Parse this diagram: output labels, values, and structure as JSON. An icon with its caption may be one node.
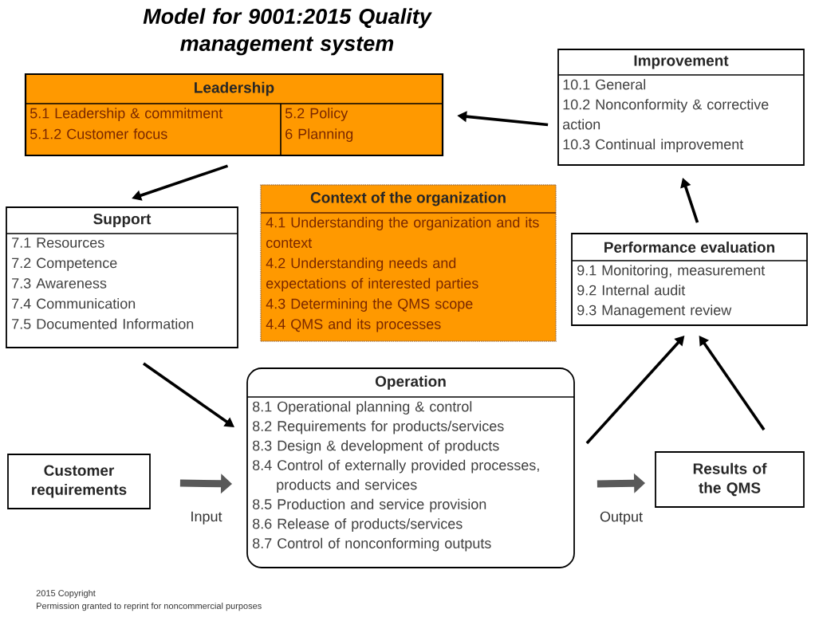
{
  "diagram": {
    "title": "Model for 9001:2015 Quality management system",
    "nodes": [
      {
        "text": [
          "Leadership",
          "5.1 Leadership & commitment",
          "5.1.2 Customer focus",
          "5.2 Policy",
          "6 Planning"
        ]
      },
      {
        "text": [
          "Improvement",
          "10.1 General",
          "10.2 Nonconformity & corrective action",
          "10.3 Continual improvement"
        ]
      },
      {
        "text": [
          "Support",
          "7.1 Resources",
          "7.2 Competence",
          "7.3 Awareness",
          "7.4 Communication",
          "7.5 Documented Information"
        ]
      },
      {
        "text": [
          "Context of the organization",
          "4.1 Understanding the organization and its context",
          "4.2 Understanding needs and expectations of interested parties",
          "4.3 Determining the QMS scope",
          "4.4 QMS and its processes"
        ]
      },
      {
        "text": [
          "Performance evaluation",
          "9.1 Monitoring, measurement",
          "9.2 Internal audit",
          "9.3 Management review"
        ]
      },
      {
        "text": [
          "Customer requirements"
        ]
      },
      {
        "text": [
          "Operation",
          "8.1 Operational planning & control",
          "8.2 Requirements for products/services",
          "8.3 Design & development of products",
          "8.4 Control of externally provided processes, products and services",
          "8.5 Production and service provision",
          "8.6 Release of products/services",
          "8.7 Control of nonconforming outputs"
        ]
      },
      {
        "text": [
          "Results of the QMS"
        ]
      }
    ],
    "edges": [
      {
        "from": 1,
        "to": 0,
        "arrow": "to"
      },
      {
        "from": 0,
        "to": 2,
        "arrow": "to"
      },
      {
        "from": 2,
        "to": 6,
        "arrow": "to"
      },
      {
        "from": 6,
        "to": 4,
        "arrow": "to"
      },
      {
        "from": 7,
        "to": 4,
        "arrow": "to"
      },
      {
        "from": 4,
        "to": 1,
        "arrow": "to"
      },
      {
        "from": 5,
        "to": 6,
        "arrow": "to",
        "label": "Input",
        "style": "thick",
        "color": "#595959"
      },
      {
        "from": 6,
        "to": 7,
        "arrow": "to",
        "label": "Output",
        "style": "thick",
        "color": "#595959"
      }
    ],
    "labels": [
      "2015 Copyright",
      "Permission granted to reprint for noncommercial purposes"
    ]
  }
}
